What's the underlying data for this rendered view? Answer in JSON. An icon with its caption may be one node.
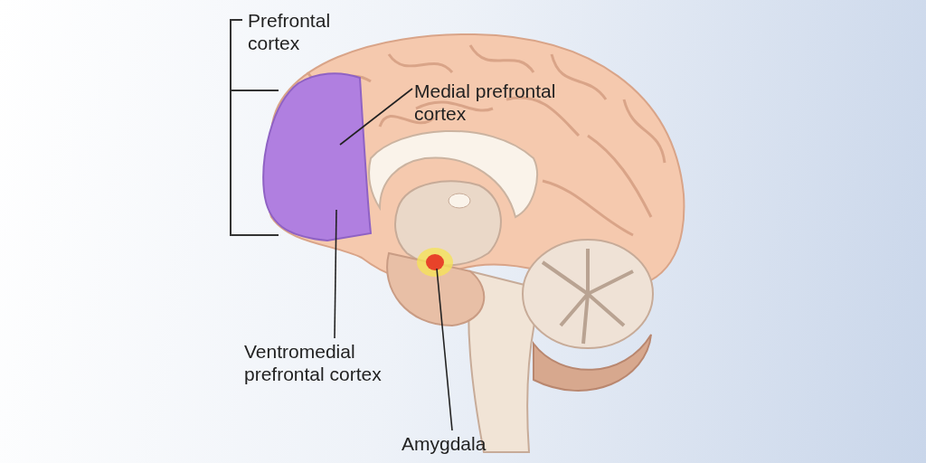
{
  "diagram": {
    "nodes": [
      {
        "text": [
          "Medial prefrontal cortex"
        ]
      },
      {
        "text": [],
        "shape": "picture"
      },
      {
        "text": [
          "Ventromedial prefrontal cortex"
        ]
      },
      {
        "text": [],
        "shape": "picture"
      },
      {
        "text": [
          "Amygdala"
        ]
      }
    ],
    "edges": [
      {
        "from": 0,
        "to": 1,
        "arrow": "none"
      },
      {
        "from": 2,
        "to": 1,
        "arrow": "none"
      },
      {
        "from": 4,
        "to": 3,
        "arrow": "none"
      }
    ],
    "labels": [
      "Prefrontal cortex"
    ]
  }
}
